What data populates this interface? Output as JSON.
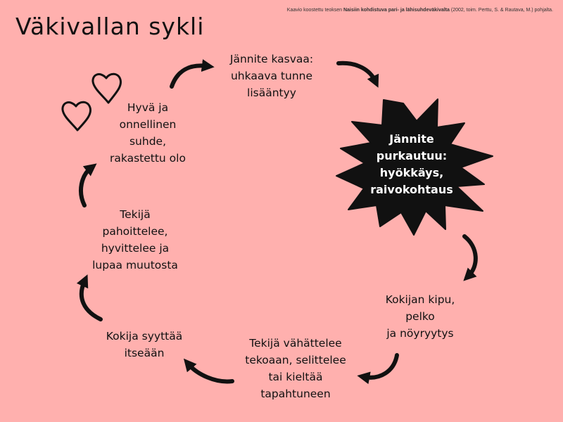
{
  "title": "Väkivallan sykli",
  "source": {
    "prefix": "Kaavio koostettu teoksen ",
    "book": "Naisiin kohdistuva pari- ja lähisuhdeväkivalta",
    "suffix": " (2002, toim. Perttu, S. & Rautava, M.) pohjalta."
  },
  "nodes": {
    "tension": [
      "Jännite kasvaa:",
      "uhkaava tunne",
      "lisääntyy"
    ],
    "explosion": [
      "Jännite",
      "purkautuu:",
      "hyökkäys,",
      "raivokohtaus"
    ],
    "victim_pain": [
      "Kokijan kipu,",
      "pelko",
      "ja nöyryytys"
    ],
    "minimizes": [
      "Tekijä vähättelee",
      "tekoaan, selittelee",
      "tai kieltää",
      "tapahtuneen"
    ],
    "self_blame": [
      "Kokija syyttää",
      "itseään"
    ],
    "apologizes": [
      "Tekijä",
      "pahoittelee,",
      "hyvittelee ja",
      "lupaa muutosta"
    ],
    "honeymoon": [
      "Hyvä ja",
      "onnellinen",
      "suhde,",
      "rakastettu olo"
    ]
  },
  "colors": {
    "background": "#ffb0ae",
    "ink": "#111111",
    "burst_text": "#ffffff"
  },
  "icons": [
    "heart-icon",
    "heart-icon",
    "curved-arrow-icon"
  ]
}
